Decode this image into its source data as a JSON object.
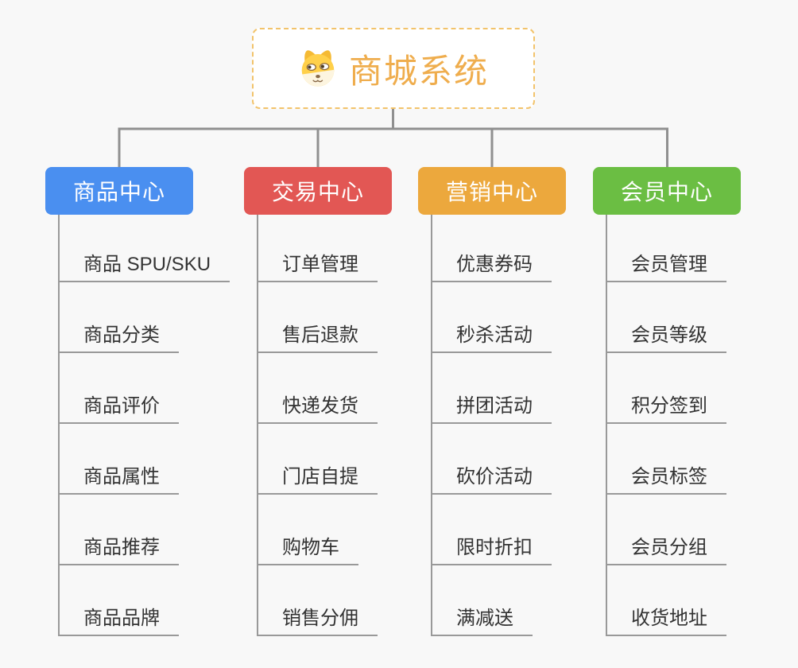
{
  "page": {
    "background_color": "#f8f8f8",
    "connector_color": "#909090",
    "underline_color": "#999999",
    "item_text_color": "#333333"
  },
  "root": {
    "label": "商城系统",
    "icon": "dog-face-icon",
    "text_color": "#EFAD4D",
    "border_color": "#F2C36B"
  },
  "branches": [
    {
      "label": "商品中心",
      "color": "#4A8FF0",
      "children": [
        "商品 SPU/SKU",
        "商品分类",
        "商品评价",
        "商品属性",
        "商品推荐",
        "商品品牌"
      ]
    },
    {
      "label": "交易中心",
      "color": "#E25754",
      "children": [
        "订单管理",
        "售后退款",
        "快递发货",
        "门店自提",
        "购物车",
        "销售分佣"
      ]
    },
    {
      "label": "营销中心",
      "color": "#ECA83D",
      "children": [
        "优惠券码",
        "秒杀活动",
        "拼团活动",
        "砍价活动",
        "限时折扣",
        "满减送"
      ]
    },
    {
      "label": "会员中心",
      "color": "#6BBE43",
      "children": [
        "会员管理",
        "会员等级",
        "积分签到",
        "会员标签",
        "会员分组",
        "收货地址"
      ]
    }
  ]
}
